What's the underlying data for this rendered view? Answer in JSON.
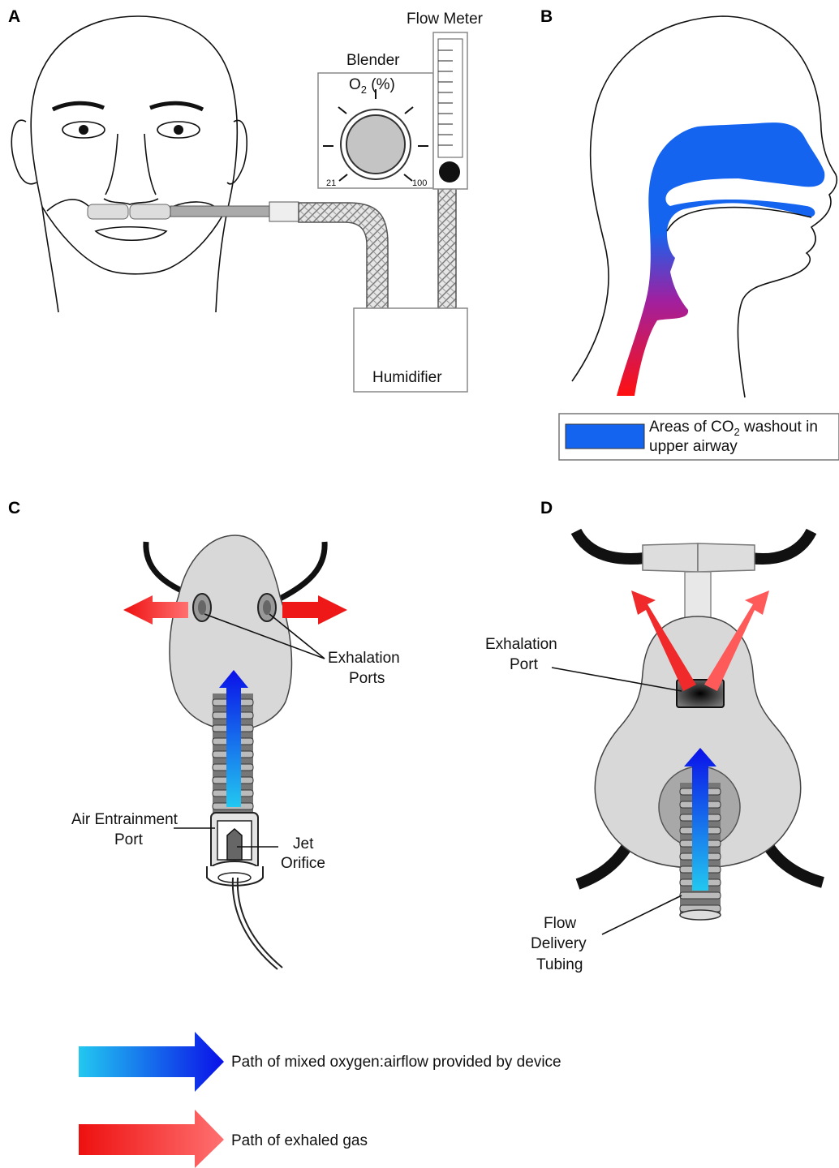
{
  "panels": {
    "a": "A",
    "b": "B",
    "c": "C",
    "d": "D"
  },
  "panel_a": {
    "flow_meter": "Flow Meter",
    "blender": "Blender",
    "o2_base": "O",
    "o2_sub": "2",
    "o2_rest": " (%)",
    "dial_min": "21",
    "dial_max": "100",
    "humidifier": "Humidifier"
  },
  "panel_b": {
    "legend_line1_pre": "Areas of CO",
    "legend_line1_sub": "2",
    "legend_line1_post": " washout in",
    "legend_line2": "upper airway",
    "washout_color": "#1464f0"
  },
  "panel_c": {
    "exhalation_l1": "Exhalation",
    "exhalation_l2": "Ports",
    "entrainment_l1": "Air Entrainment",
    "entrainment_l2": "Port",
    "jet_l1": "Jet",
    "jet_l2": "Orifice"
  },
  "panel_d": {
    "exhalation_l1": "Exhalation",
    "exhalation_l2": "Port",
    "tubing_l1": "Flow",
    "tubing_l2": "Delivery",
    "tubing_l3": "Tubing"
  },
  "legend": {
    "oxygen_path": "Path of mixed oxygen:airflow provided by device",
    "exhaled_path": "Path of exhaled gas",
    "oxygen_color": "#0a1ee6",
    "exhaled_color": "#f01010"
  }
}
